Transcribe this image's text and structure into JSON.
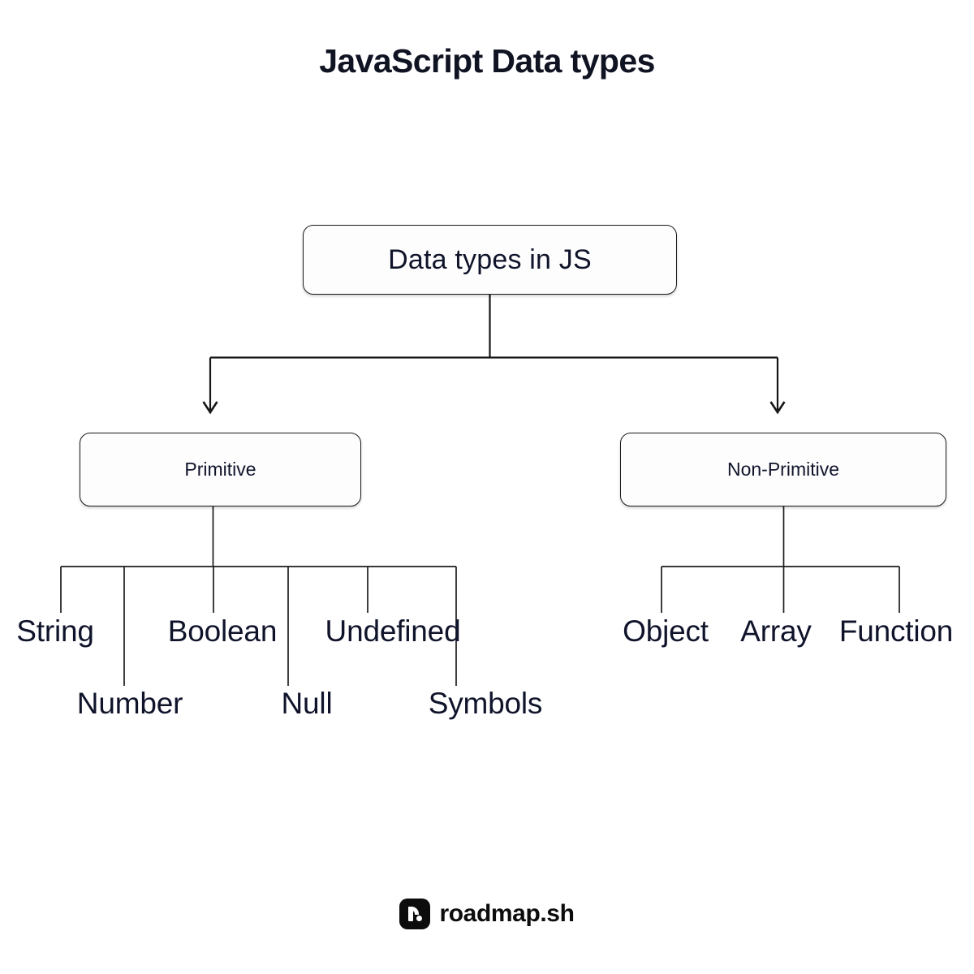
{
  "page": {
    "title": "JavaScript Data types",
    "background_color": "#ffffff",
    "text_color": "#10142b",
    "line_color": "#151515"
  },
  "diagram": {
    "type": "tree",
    "root": {
      "label": "Data types in JS"
    },
    "branches": [
      {
        "label": "Primitive",
        "children": [
          {
            "label": "String"
          },
          {
            "label": "Number"
          },
          {
            "label": "Boolean"
          },
          {
            "label": "Null"
          },
          {
            "label": "Undefined"
          },
          {
            "label": "Symbols"
          }
        ]
      },
      {
        "label": "Non-Primitive",
        "children": [
          {
            "label": "Object"
          },
          {
            "label": "Array"
          },
          {
            "label": "Function"
          }
        ]
      }
    ]
  },
  "footer": {
    "brand_name": "roadmap.sh",
    "logo_icon": "roadmap-r-dot-icon",
    "logo_color": "#0c0c0c"
  }
}
